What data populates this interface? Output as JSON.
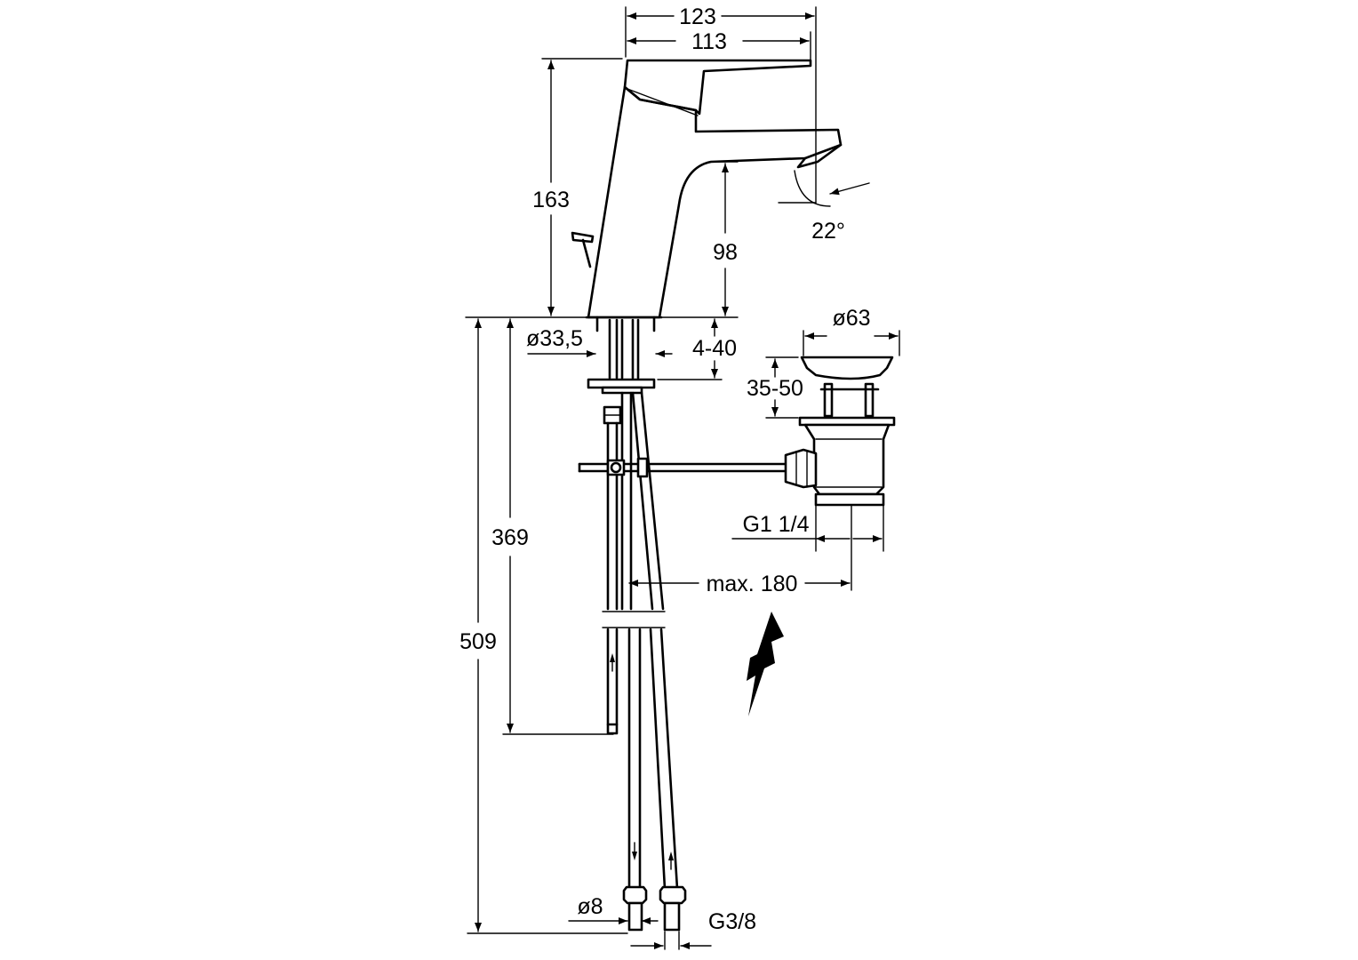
{
  "dimensions": {
    "overall_width": "123",
    "spout_reach": "113",
    "body_height": "163",
    "spout_height": "98",
    "spout_angle": "22°",
    "shank_diameter": "ø33,5",
    "deck_thickness": "4-40",
    "total_length": "509",
    "rod_length": "369",
    "waste_diameter": "ø63",
    "waste_height": "35-50",
    "waste_thread": "G1 1/4",
    "max_distance": "max. 180",
    "hose_diameter": "ø8",
    "hose_thread": "G3/8"
  },
  "icons": {
    "warning": "lightning-bolt-icon"
  }
}
